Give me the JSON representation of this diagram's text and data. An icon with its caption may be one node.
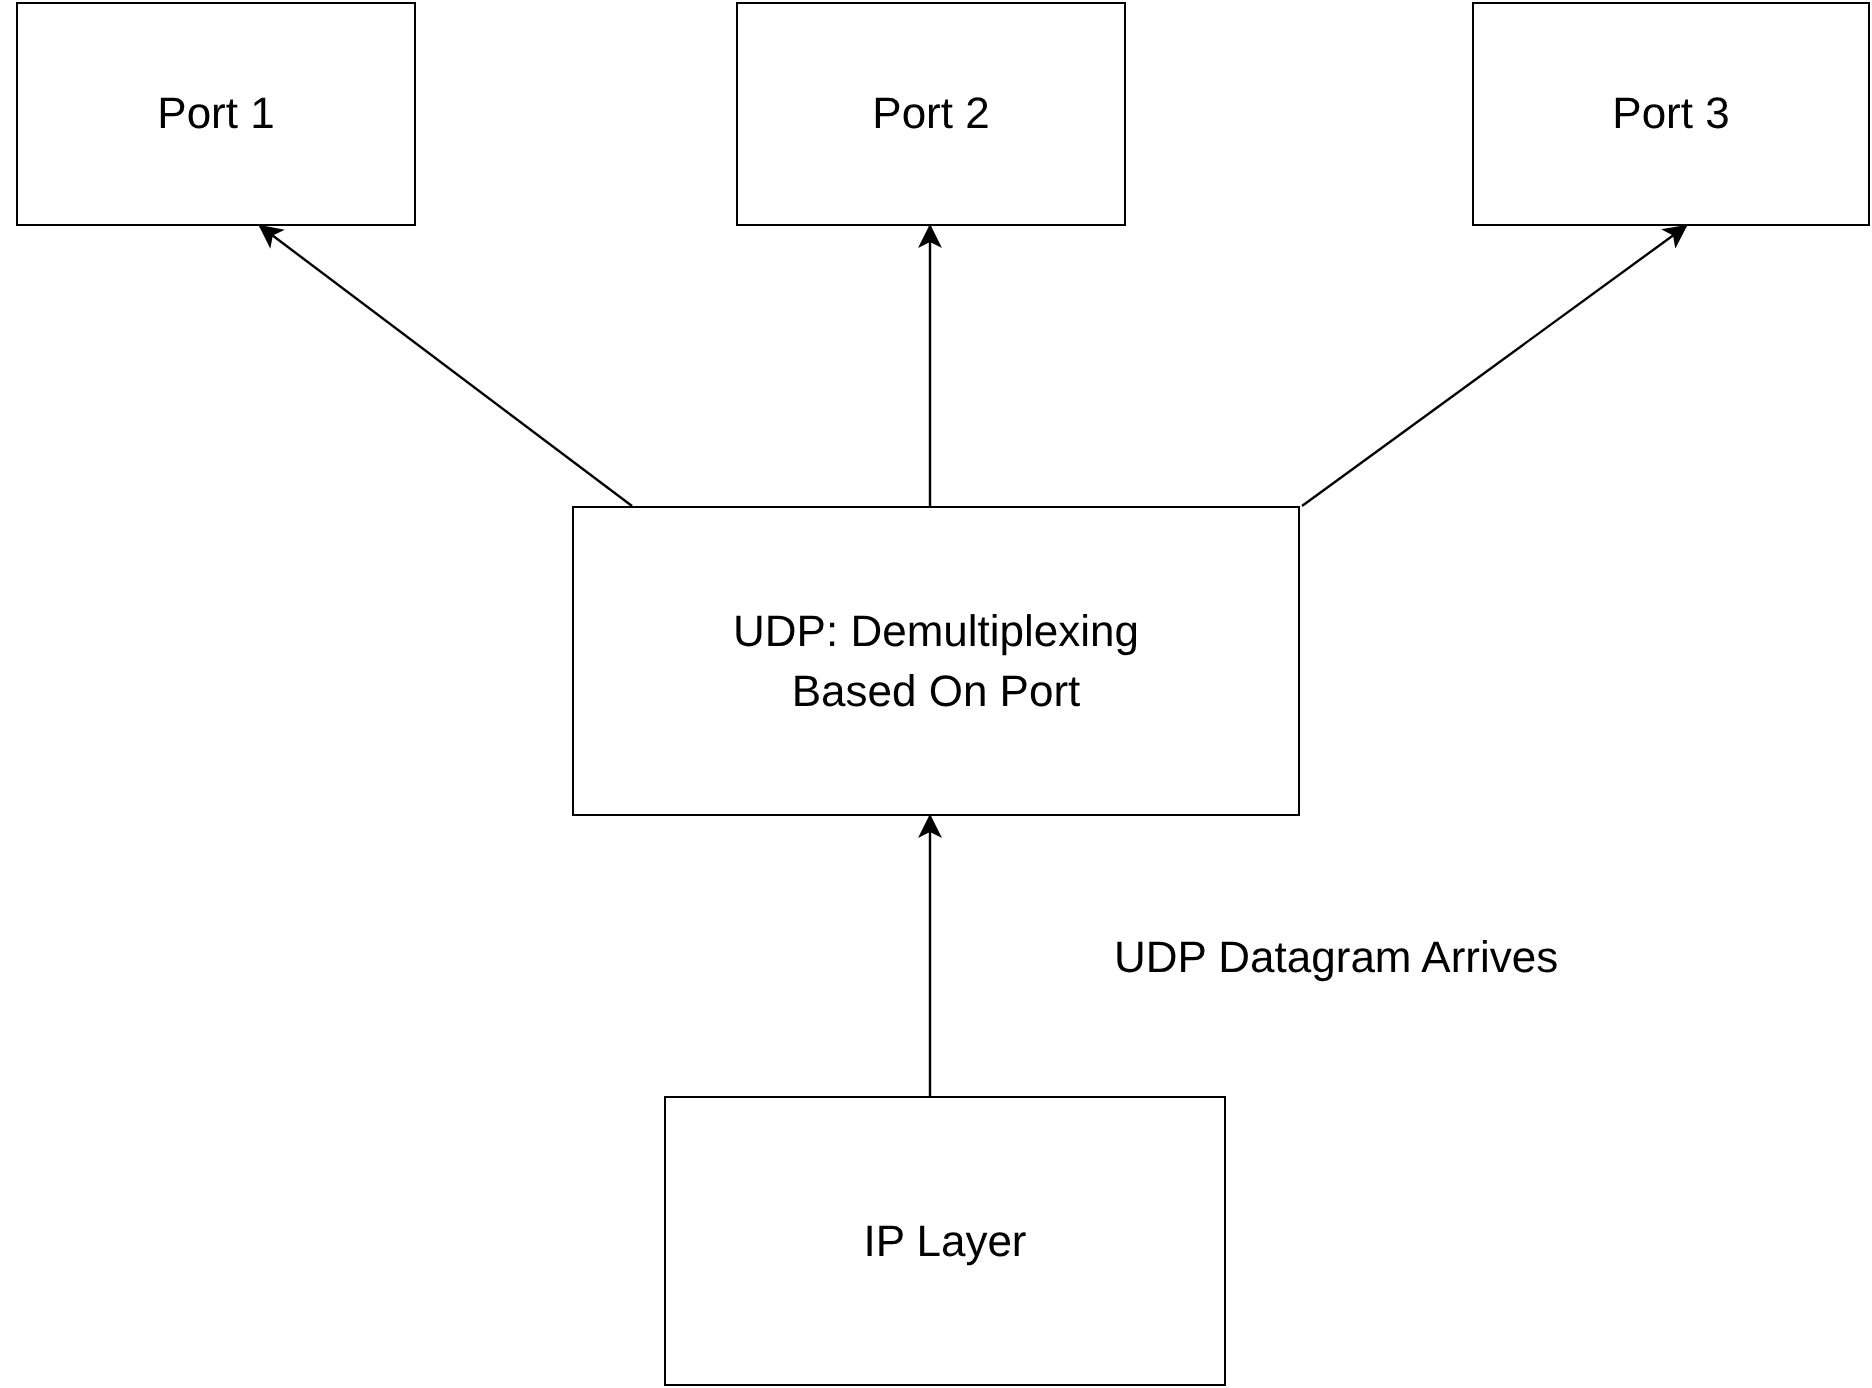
{
  "diagram": {
    "nodes": [
      {
        "text": [
          "Port 1"
        ]
      },
      {
        "text": [
          "Port 2"
        ]
      },
      {
        "text": [
          "Port 3"
        ]
      },
      {
        "text": [
          "UDP: Demultiplexing Based On Port"
        ]
      },
      {
        "text": [
          "IP Layer"
        ]
      }
    ],
    "edges": [
      {
        "from": 3,
        "to": 0,
        "arrow": "to"
      },
      {
        "from": 3,
        "to": 1,
        "arrow": "to"
      },
      {
        "from": 3,
        "to": 2,
        "arrow": "to"
      },
      {
        "from": 4,
        "to": 3,
        "arrow": "to",
        "label": "UDP Datagram Arrives"
      }
    ]
  }
}
